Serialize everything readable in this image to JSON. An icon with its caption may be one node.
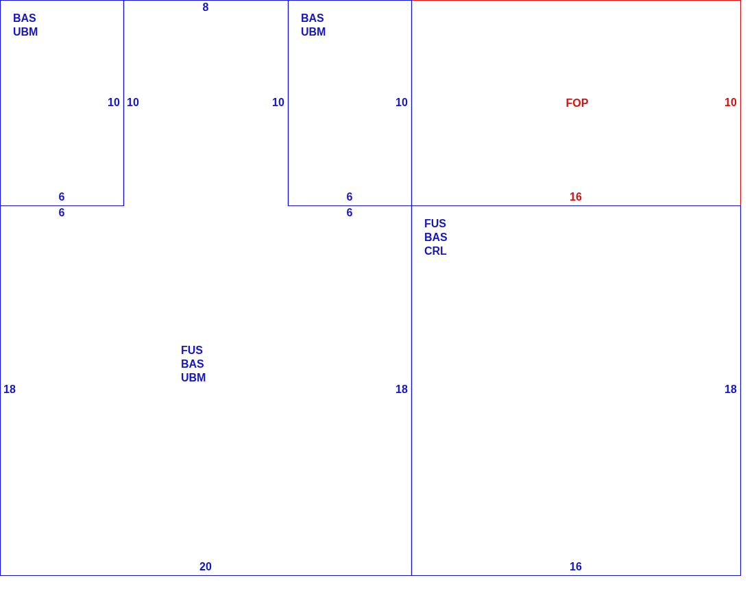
{
  "diagram": {
    "nodes": [
      {
        "text": [
          "BAS",
          "UBM",
          "10",
          "6"
        ]
      },
      {
        "text": [
          "BAS",
          "UBM",
          "10",
          "6"
        ]
      },
      {
        "text": [
          "FOP",
          "10",
          "16"
        ]
      },
      {
        "text": [
          "FUS",
          "BAS",
          "UBM",
          "8",
          "10",
          "10",
          "6",
          "6",
          "18",
          "18",
          "20"
        ]
      },
      {
        "text": [
          "FUS",
          "BAS",
          "CRL",
          "18",
          "16"
        ]
      }
    ]
  }
}
